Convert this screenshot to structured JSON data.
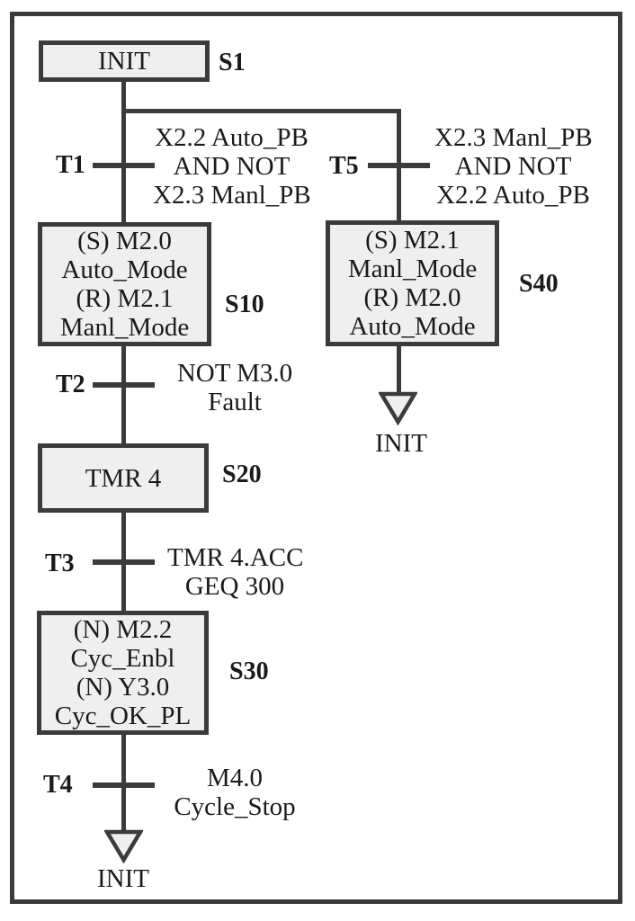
{
  "diagram": {
    "type": "sequential-function-chart",
    "colors": {
      "line": "#3b3b3b",
      "step_fill": "#efefef",
      "text": "#1a1a1a",
      "background": "#ffffff"
    },
    "steps": [
      {
        "id": "S1",
        "actions": [
          "INIT"
        ]
      },
      {
        "id": "S10",
        "actions": [
          "(S) M2.0",
          "Auto_Mode",
          "(R) M2.1",
          "Manl_Mode"
        ]
      },
      {
        "id": "S20",
        "actions": [
          "TMR 4"
        ]
      },
      {
        "id": "S30",
        "actions": [
          "(N) M2.2",
          "Cyc_Enbl",
          "(N) Y3.0",
          "Cyc_OK_PL"
        ]
      },
      {
        "id": "S40",
        "actions": [
          "(S) M2.1",
          "Manl_Mode",
          "(R) M2.0",
          "Auto_Mode"
        ]
      }
    ],
    "transitions": [
      {
        "id": "T1",
        "condition": [
          "X2.2 Auto_PB",
          "AND NOT",
          "X2.3 Manl_PB"
        ]
      },
      {
        "id": "T2",
        "condition": [
          "NOT M3.0",
          "Fault"
        ]
      },
      {
        "id": "T3",
        "condition": [
          "TMR 4.ACC",
          "GEQ 300"
        ]
      },
      {
        "id": "T4",
        "condition": [
          "M4.0",
          "Cycle_Stop"
        ]
      },
      {
        "id": "T5",
        "condition": [
          "X2.3 Manl_PB",
          "AND NOT",
          "X2.2 Auto_PB"
        ]
      }
    ],
    "jumps": [
      {
        "target": "INIT"
      },
      {
        "target": "INIT"
      }
    ]
  }
}
